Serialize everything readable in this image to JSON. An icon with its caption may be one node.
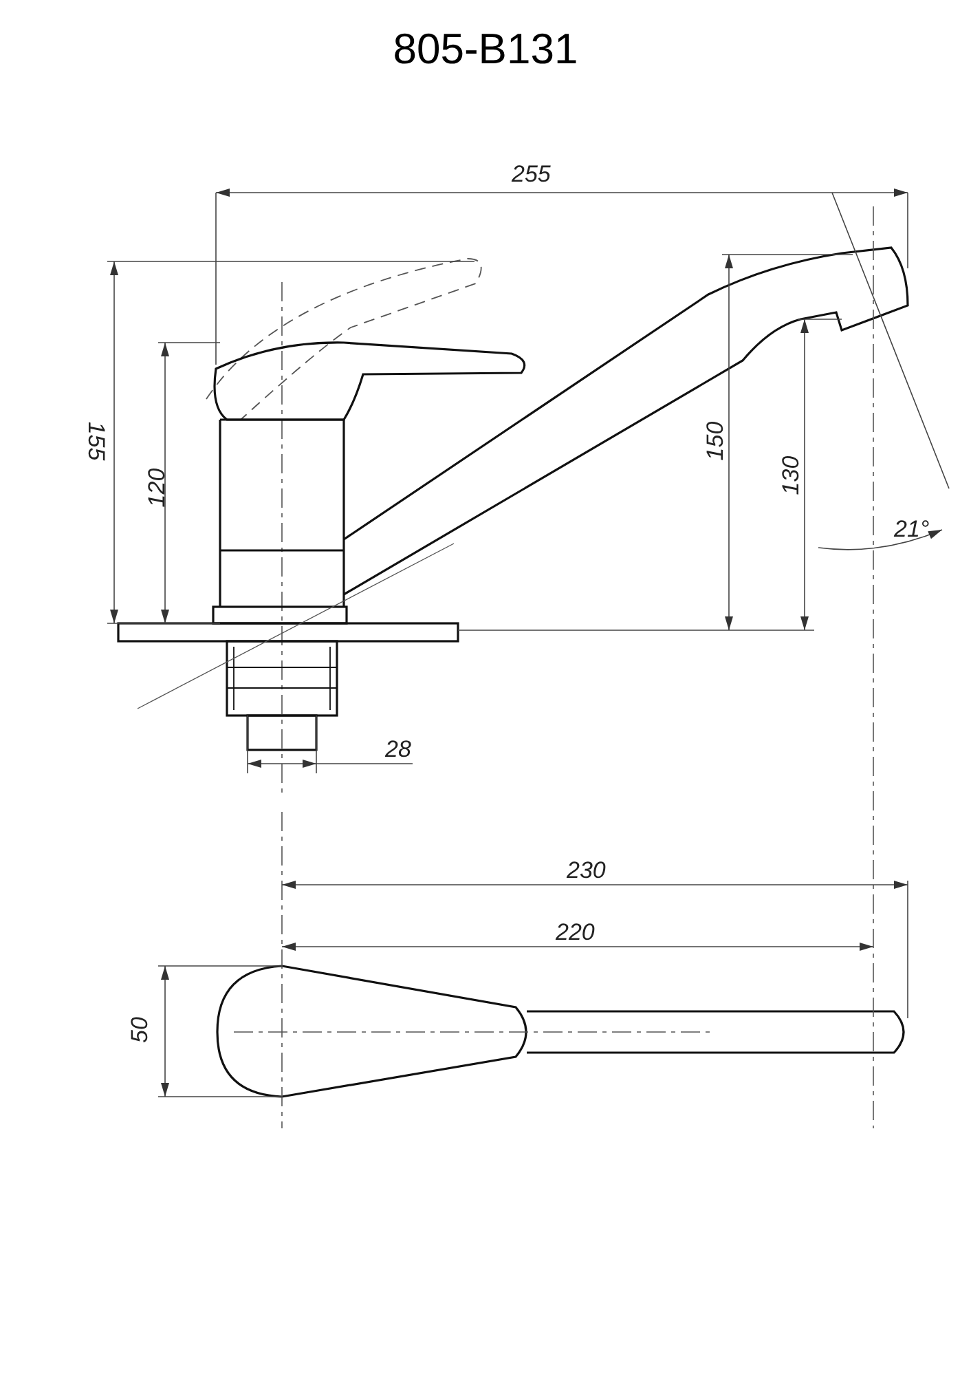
{
  "diagram": {
    "title": "805-B131",
    "labels": [
      "255",
      "155",
      "120",
      "150",
      "130",
      "21°",
      "28",
      "230",
      "220",
      "50"
    ]
  }
}
